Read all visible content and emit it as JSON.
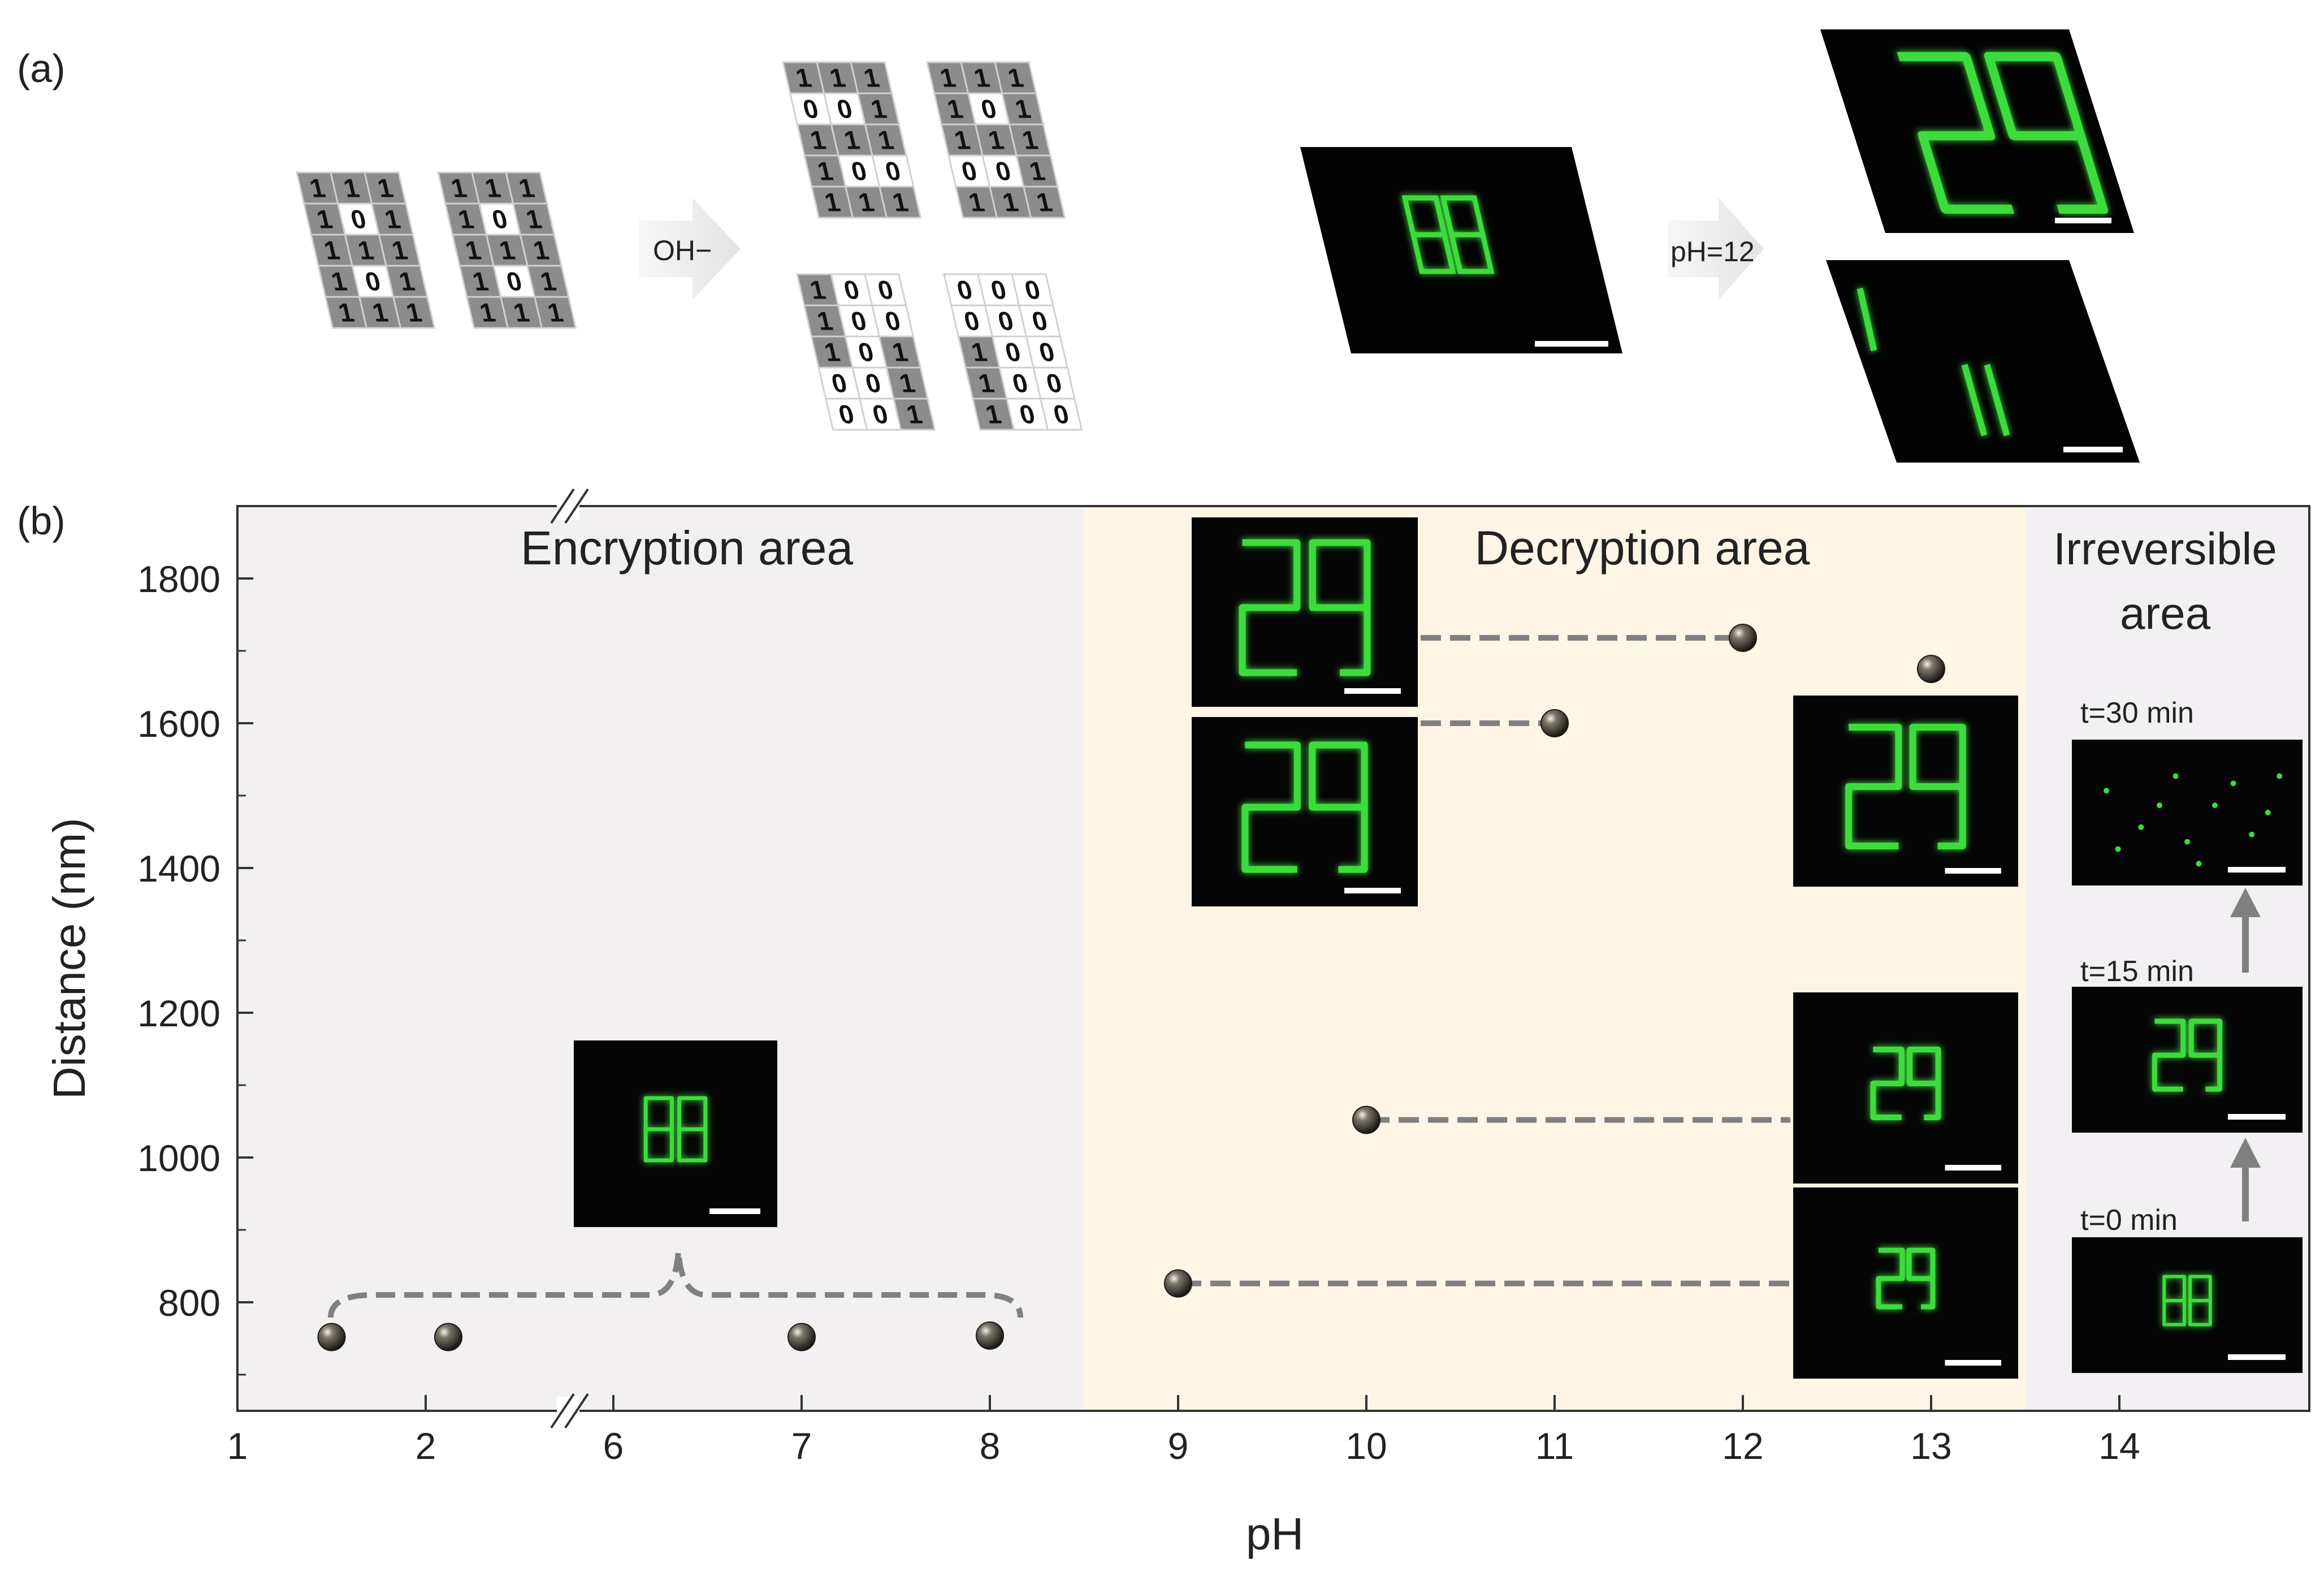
{
  "panel_labels": {
    "a": "(a)",
    "b": "(b)"
  },
  "colors": {
    "encryption_bg": "#f3f0f2",
    "decryption_bg": "#fdf6e5",
    "irreversible_bg": "#f2f0f3",
    "cell_gray": "#8c8c8c",
    "glow": "#3ddc3d",
    "dash": "#808080"
  },
  "panel_a": {
    "arrow1_label": "OH−",
    "arrow2_label": "pH=12",
    "initial_pattern": [
      [
        "1",
        "1",
        "1",
        "1",
        "0",
        "1",
        "1",
        "1",
        "1",
        "1",
        "0",
        "1",
        "1",
        "1",
        "1"
      ],
      [
        "1",
        "1",
        "1",
        "1",
        "0",
        "1",
        "1",
        "1",
        "1",
        "1",
        "0",
        "1",
        "1",
        "1",
        "1"
      ]
    ],
    "after_top": [
      [
        "1",
        "1",
        "1",
        "0",
        "0",
        "1",
        "1",
        "1",
        "1",
        "1",
        "0",
        "0",
        "1",
        "1",
        "1"
      ],
      [
        "1",
        "1",
        "1",
        "1",
        "0",
        "1",
        "1",
        "1",
        "1",
        "0",
        "0",
        "1",
        "1",
        "1",
        "1"
      ]
    ],
    "after_bottom": [
      [
        "1",
        "0",
        "0",
        "1",
        "0",
        "0",
        "1",
        "0",
        "1",
        "0",
        "0",
        "1",
        "0",
        "0",
        "1"
      ],
      [
        "0",
        "0",
        "0",
        "0",
        "0",
        "0",
        "1",
        "0",
        "0",
        "1",
        "0",
        "0",
        "1",
        "0",
        "0"
      ]
    ]
  },
  "chart_data": {
    "type": "scatter",
    "xlabel": "pH",
    "ylabel": "Distance (nm)",
    "x_ticks": [
      "1",
      "2",
      "6",
      "7",
      "8",
      "9",
      "10",
      "11",
      "12",
      "13",
      "14"
    ],
    "y_ticks": [
      800,
      1000,
      1200,
      1400,
      1600,
      1800
    ],
    "ylim": [
      650,
      1900
    ],
    "x_axis_break": true,
    "regions": [
      {
        "label": "Encryption area",
        "x_range": [
          "1",
          "8.5"
        ]
      },
      {
        "label": "Decryption area",
        "x_range": [
          "8.5",
          "13.5"
        ]
      },
      {
        "label": "Irreversible area",
        "x_range": [
          "13.5",
          "14.9"
        ]
      }
    ],
    "points": [
      {
        "x": "1.5",
        "y": 752
      },
      {
        "x": "2.5",
        "y": 752
      },
      {
        "x": "7",
        "y": 752
      },
      {
        "x": "8",
        "y": 754
      },
      {
        "x": "9",
        "y": 826
      },
      {
        "x": "10",
        "y": 1052
      },
      {
        "x": "11",
        "y": 1600
      },
      {
        "x": "12",
        "y": 1718
      },
      {
        "x": "13",
        "y": 1675
      }
    ],
    "insets": {
      "encryption": "88",
      "decryption": "29",
      "irreversible": [
        "29",
        "29",
        "88"
      ]
    },
    "time_labels": [
      "t=30 min",
      "t=15 min",
      "t=0 min"
    ]
  }
}
